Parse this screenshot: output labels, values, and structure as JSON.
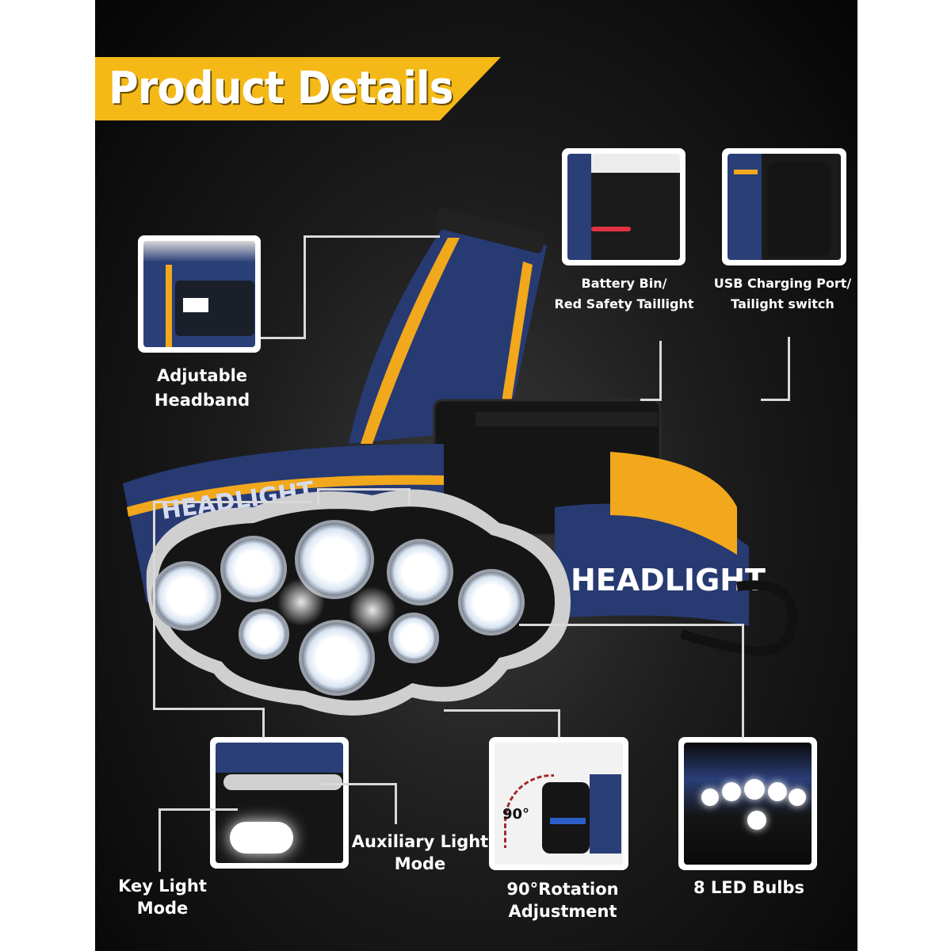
{
  "title": "Product Details",
  "colors": {
    "accent": "#f5b917",
    "strap": "#283a72",
    "strap_stripe": "#f2a81c",
    "led": "#ffffff"
  },
  "strap_text": {
    "headlight": "HEADLIGHT"
  },
  "callouts": {
    "headband": {
      "line1": "Adjutable",
      "line2": "Headband"
    },
    "battery": {
      "line1": "Battery  Bin/",
      "line2": "Red  Safety  Taillight"
    },
    "usb": {
      "line1": "USB Charging Port/",
      "line2": "Tailight  switch"
    },
    "key_light": {
      "line1": "Key  Light",
      "line2": "Mode"
    },
    "auxiliary_light": {
      "line1": "Auxiliary Light",
      "line2": "Mode"
    },
    "rotation": {
      "line1": "90°Rotation",
      "line2": "Adjustment",
      "angle": "90°"
    },
    "led_bulbs": {
      "line1": "8  LED  Bulbs"
    }
  }
}
